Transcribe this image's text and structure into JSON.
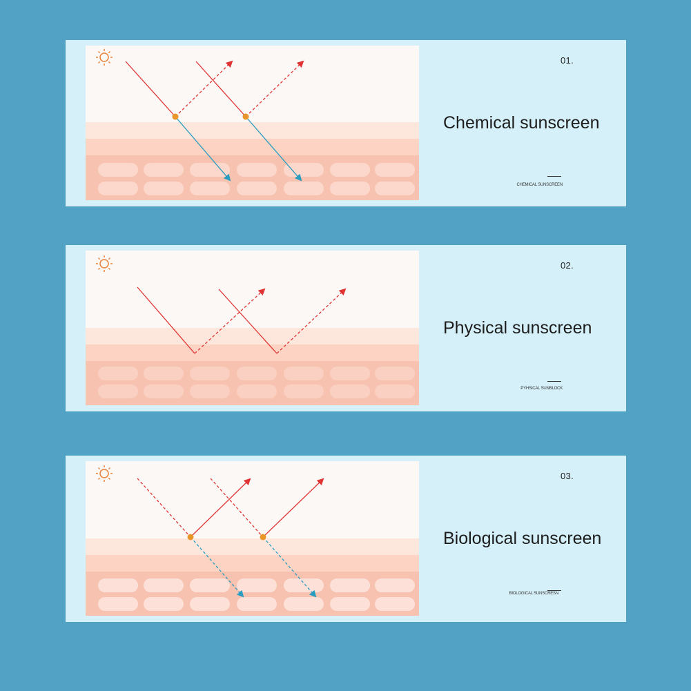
{
  "cards": [
    {
      "number": "01.",
      "title": "Chemical sunscreen",
      "subtitle": "CHEMICAL SUNSCREEN"
    },
    {
      "number": "02.",
      "title": "Physical sunscreen",
      "subtitle": "PYHSICAL SUNBLOCK"
    },
    {
      "number": "03.",
      "title": "Biological sunscreen",
      "subtitle": "BIOLOGICAL SUNSCRESN"
    }
  ],
  "colors": {
    "background": "#52a2c6",
    "card": "#d5f0f9",
    "sky": "#fbf8f6",
    "skin_top": "#fde7dc",
    "skin_mid": "#fdd4c3",
    "skin_deep": "#f7c2b0",
    "cell": "#fcd8cc",
    "uv_ray": "#e03434",
    "penetrating_ray": "#2a9cc0",
    "particle": "#e8962a",
    "sun_icon": "#e8823a"
  },
  "icons": {
    "sun": "sun-icon"
  }
}
